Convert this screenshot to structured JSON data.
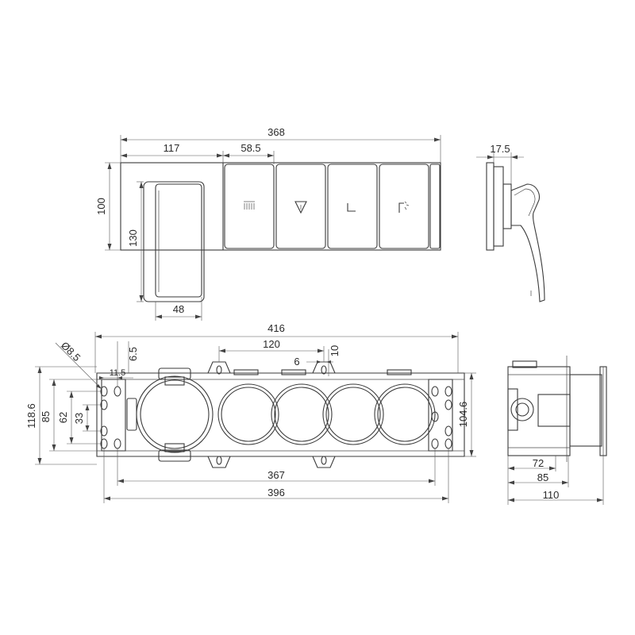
{
  "dimensions": {
    "front": {
      "overall_width": "368",
      "handle_offset": "117",
      "button_pitch": "58.5",
      "panel_height": "100",
      "handle_height": "130",
      "handle_width": "48"
    },
    "side": {
      "depth": "17.5"
    },
    "box": {
      "overall_width": "416",
      "inner_width": "396",
      "mount_width": "367",
      "port_pitch": "120",
      "slot_width": "6",
      "slot_height": "10",
      "hole_diameter": "Ø8.5",
      "edge_offset": "11.5",
      "top_offset": "6.5",
      "height_outer": "118.6",
      "height_85": "85",
      "height_62": "62",
      "height_33": "33",
      "height_right": "104.6"
    },
    "box_side": {
      "depth_72": "72",
      "depth_85": "85",
      "depth_110": "110"
    }
  },
  "icons": [
    "shower-head-icon",
    "tub-spout-icon",
    "hand-shower-icon",
    "body-jet-icon"
  ],
  "colors": {
    "line": "#3a3a3a",
    "background": "#ffffff"
  }
}
